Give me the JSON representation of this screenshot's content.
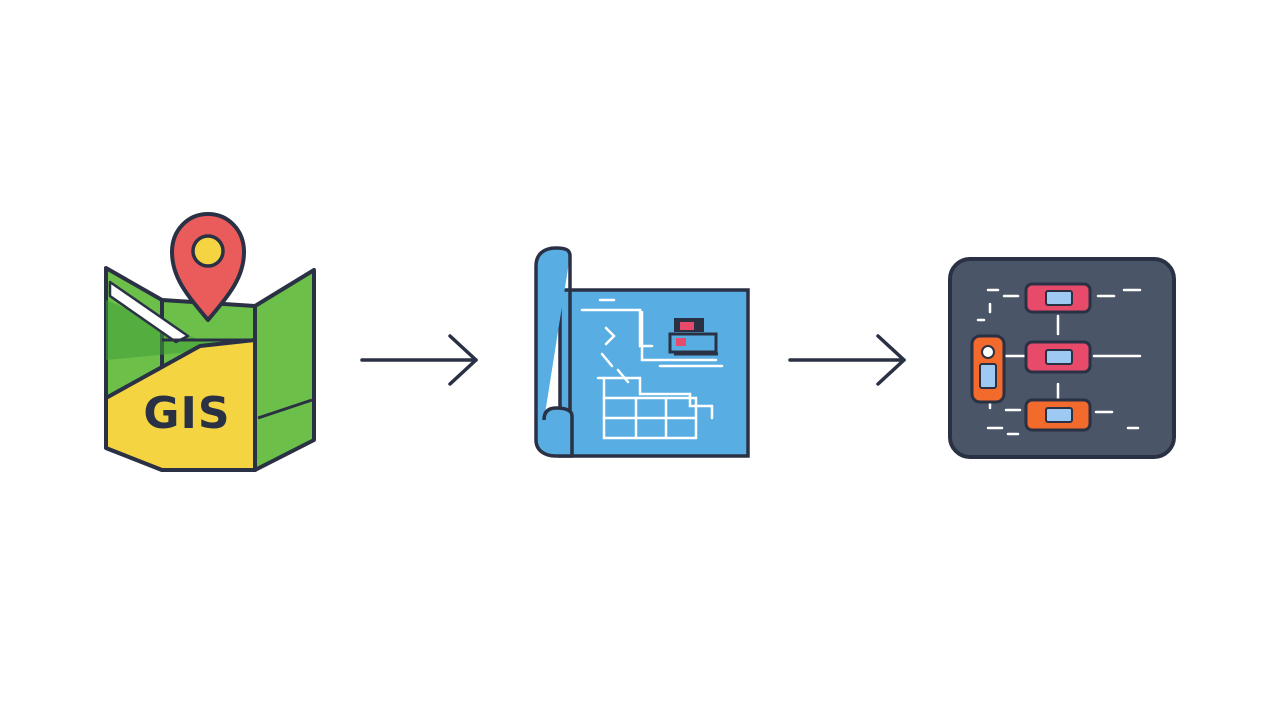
{
  "stages": [
    {
      "id": "gis-map",
      "icon": "folded-map-with-location-pin-icon",
      "label": "GIS"
    },
    {
      "id": "blueprint",
      "icon": "blueprint-floor-plan-icon"
    },
    {
      "id": "vehicle-layout",
      "icon": "parking-vehicles-layout-icon"
    }
  ],
  "connectors": [
    {
      "from": "gis-map",
      "to": "blueprint",
      "icon": "arrow-right-icon"
    },
    {
      "from": "blueprint",
      "to": "vehicle-layout",
      "icon": "arrow-right-icon"
    }
  ],
  "colors": {
    "outline": "#2b3145",
    "map_green": "#6cc04a",
    "map_dark_green": "#3f9e36",
    "map_yellow": "#f5d442",
    "pin_red": "#ea5b5b",
    "pin_yellow": "#f5d442",
    "blueprint_blue": "#58aee3",
    "blueprint_lines": "#ffffff",
    "panel_slate": "#4a5568",
    "vehicle_pink": "#e84a6a",
    "vehicle_orange": "#f26b2c"
  }
}
